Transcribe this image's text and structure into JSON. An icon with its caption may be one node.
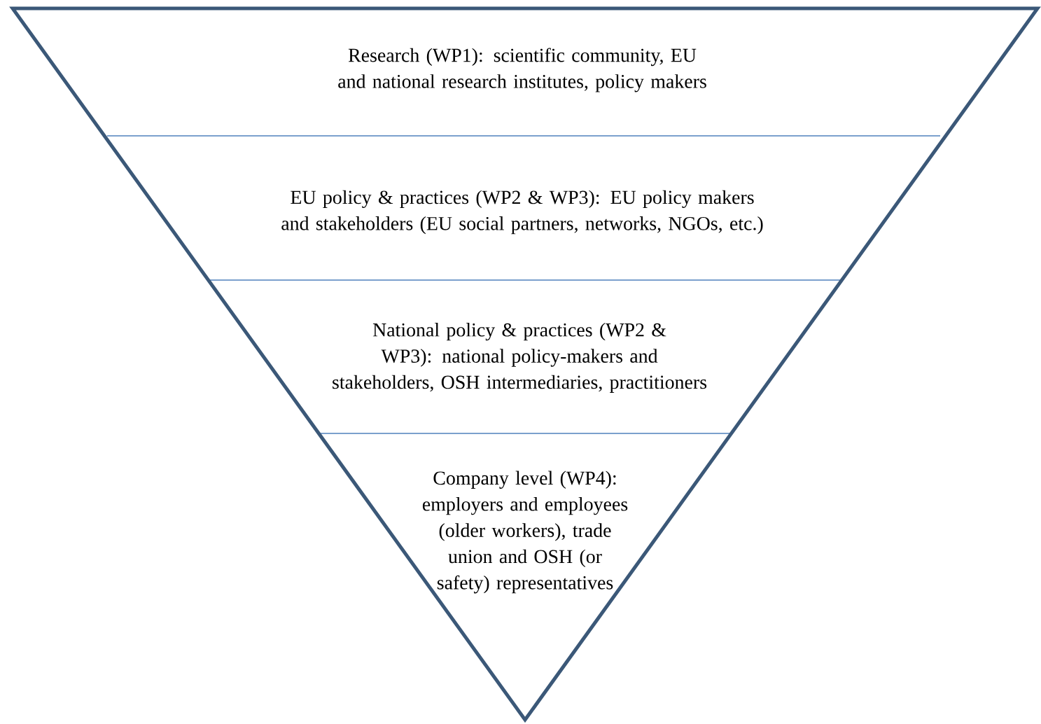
{
  "diagram": {
    "nodes": [
      {
        "text": [
          "Research (WP1): scientific community, EU and national research institutes, policy makers"
        ]
      },
      {
        "text": [
          "EU policy & practices (WP2 & WP3): EU policy makers and stakeholders (EU social partners, networks, NGOs, etc.)"
        ]
      },
      {
        "text": [
          "National policy & practices (WP2 & WP3): national policy-makers and stakeholders, OSH intermediaries, practitioners"
        ]
      },
      {
        "text": [
          "Company level (WP4): employers and employees (older workers), trade union and OSH (or safety) representatives"
        ]
      }
    ]
  }
}
